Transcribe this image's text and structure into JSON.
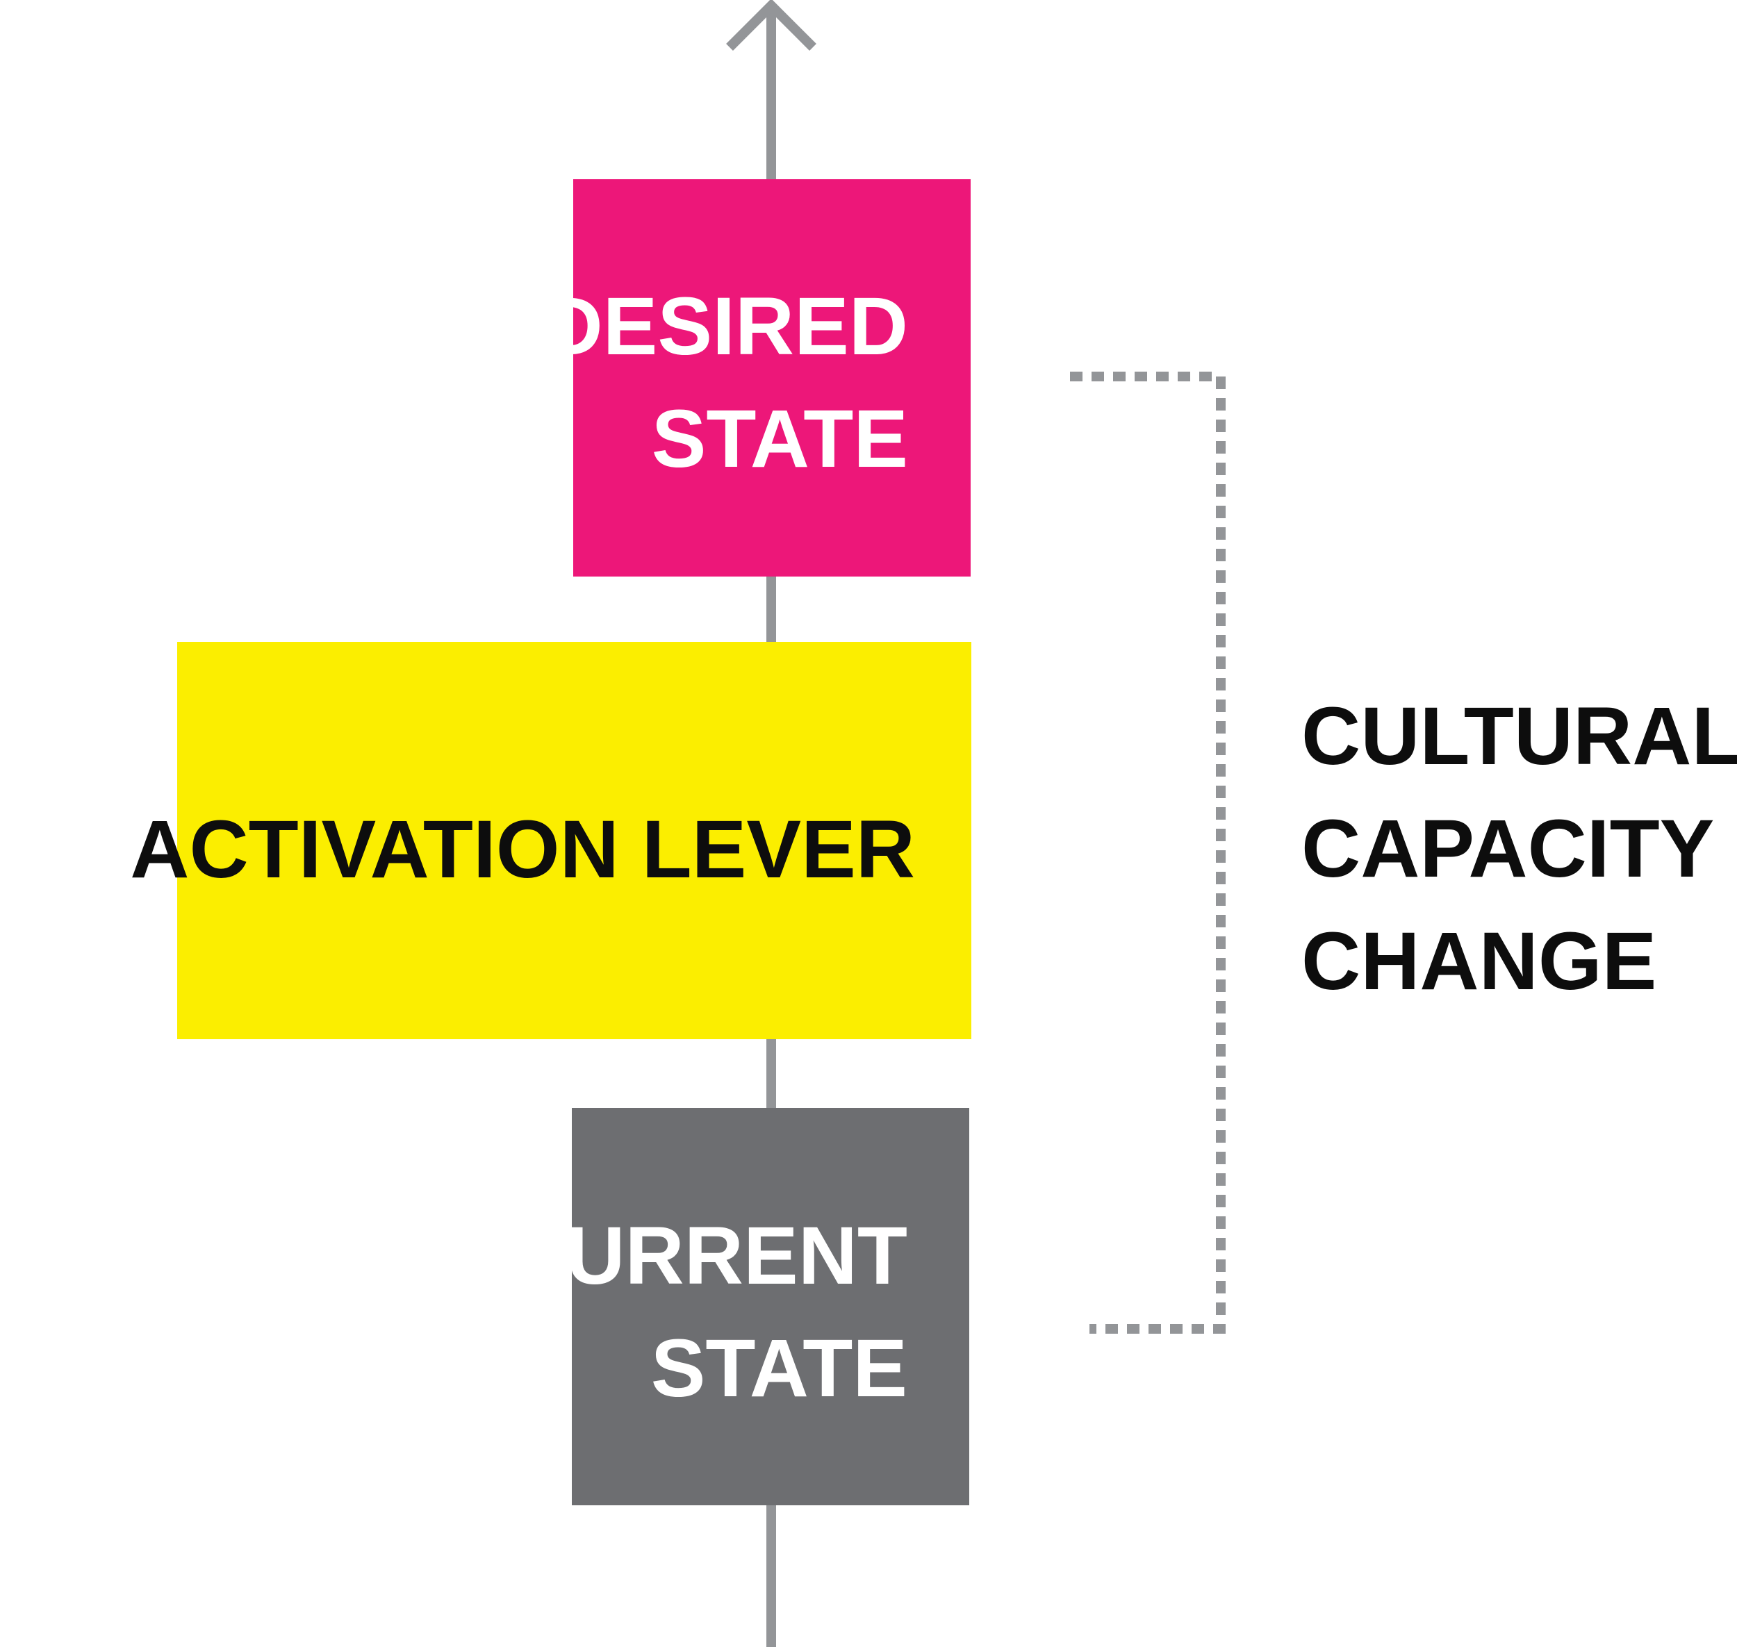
{
  "colors": {
    "arrow": "#939598",
    "desired_state": "#ED1779",
    "activation_lever": "#FBEE00",
    "current_state": "#6D6E71",
    "bracket": "#939598",
    "light_text": "#FFFFFF",
    "dark_text": "#0D0D0D"
  },
  "desired_state": {
    "line1": "DESIRED",
    "line2": "STATE"
  },
  "activation_lever": {
    "label": "ACTIVATION LEVER"
  },
  "current_state": {
    "line1": "CURRENT",
    "line2": "STATE"
  },
  "cultural_capacity": {
    "line1": "CULTURAL",
    "line2": "CAPACITY FOR",
    "line3": "CHANGE"
  }
}
